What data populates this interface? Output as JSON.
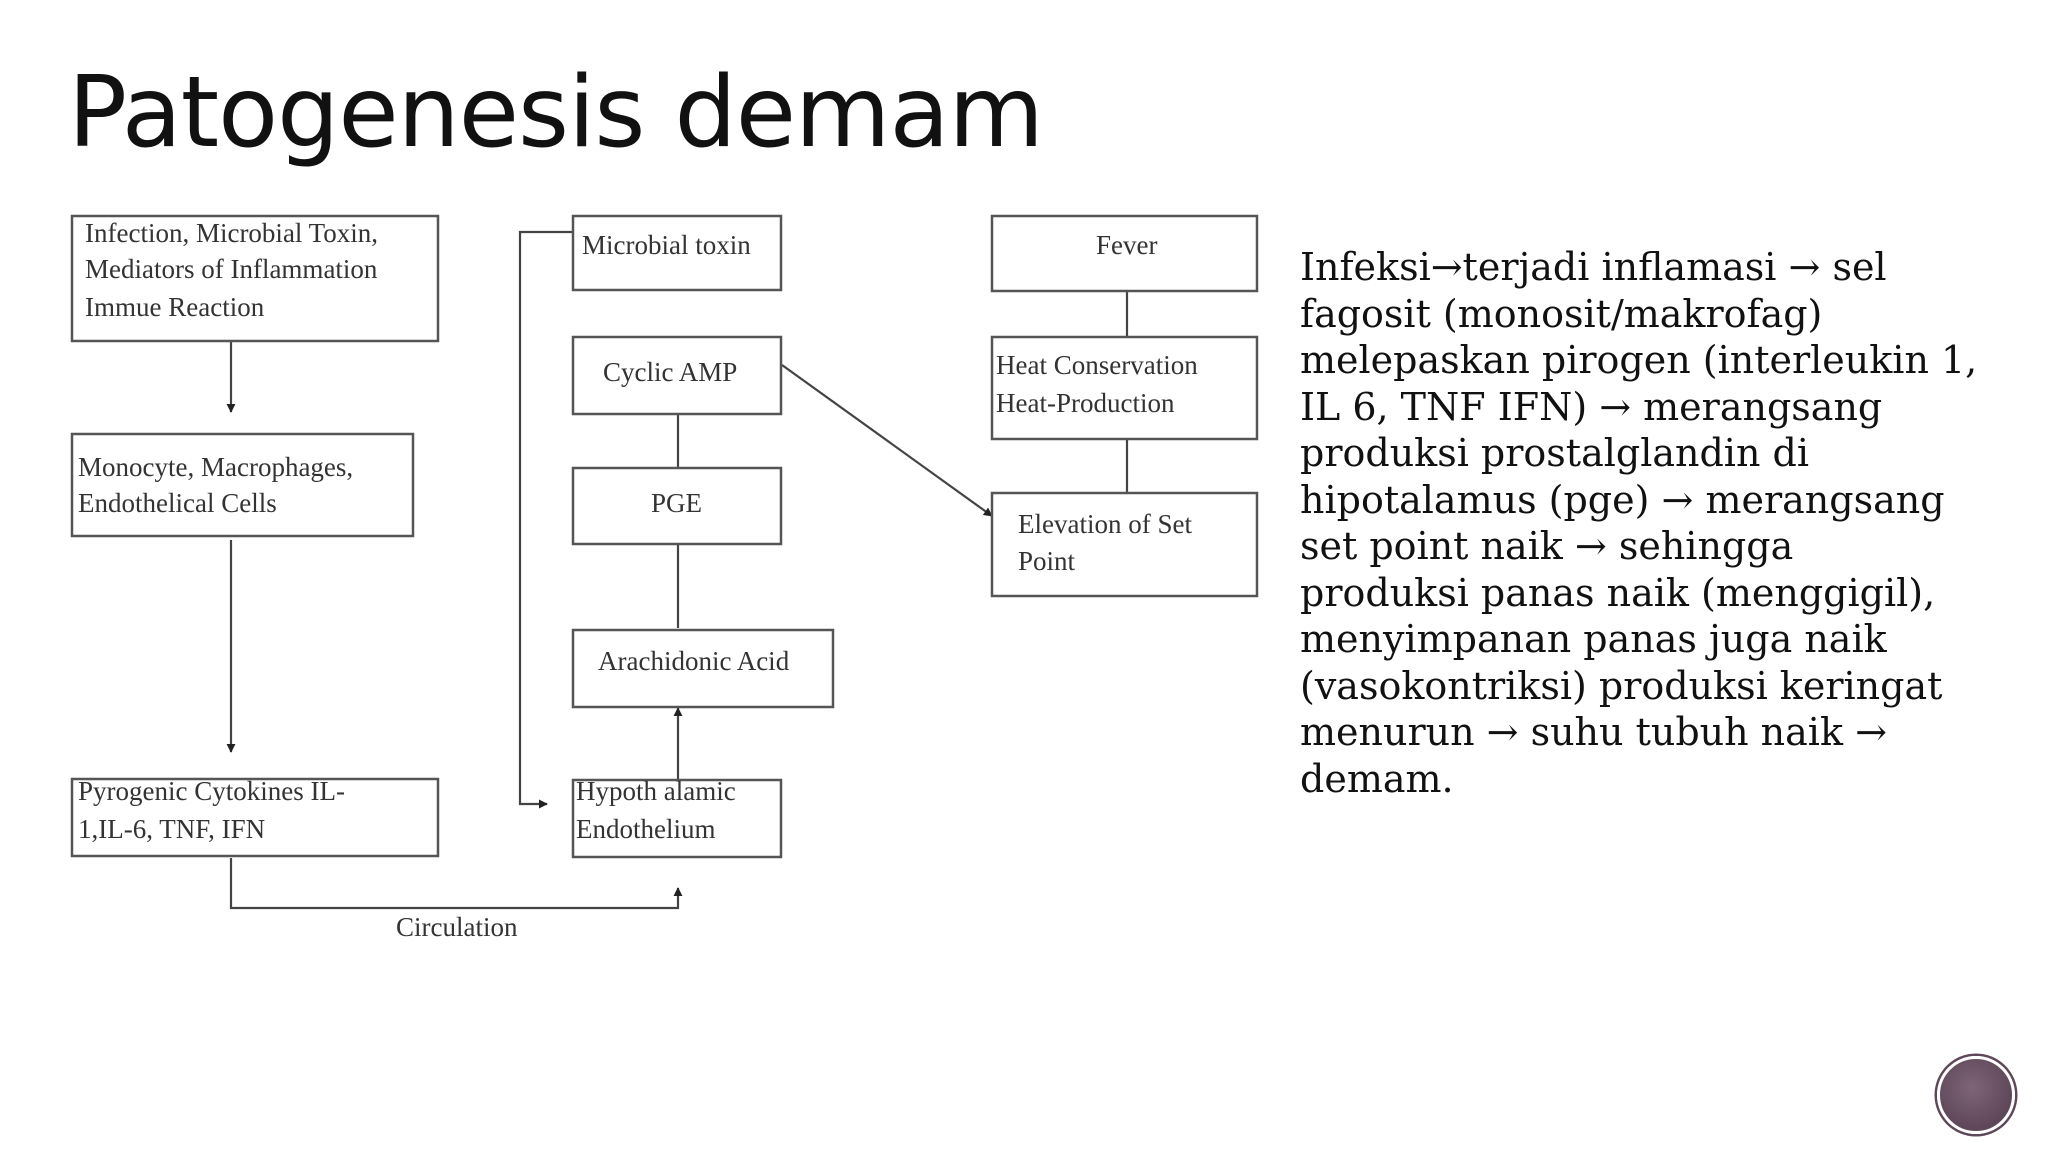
{
  "slide": {
    "title": "Patogenesis demam",
    "body": "Infeksi→terjadi inflamasi → sel fagosit (monosit/makrofag) melepaskan pirogen (interleukin 1, IL 6, TNF IFN) → merangsang produksi prostalglandin di hipotalamus (pge) → merangsang set point naik → sehingga produksi panas naik (menggigil), menyimpanan panas juga naik (vasokontriksi) produksi keringat menurun → suhu tubuh naik → demam."
  },
  "diagram": {
    "infection": [
      "Infection, Microbial Toxin,",
      "Mediators of Inflammation",
      "Immue Reaction"
    ],
    "monocyte": [
      "Monocyte, Macrophages,",
      "Endothelical Cells"
    ],
    "pyrogenic": [
      "Pyrogenic Cytokines IL-",
      "1,IL-6, TNF, IFN"
    ],
    "circulation": "Circulation",
    "microbial_toxin": "Microbial toxin",
    "cyclic_amp": "Cyclic AMP",
    "pge": "PGE",
    "arachidonic": "Arachidonic Acid",
    "hypothalamic": [
      "Hypoth alamic",
      "Endothelium"
    ],
    "fever": "Fever",
    "heat": [
      "Heat Conservation",
      "Heat-Production"
    ],
    "elevation": [
      "Elevation of Set",
      "Point"
    ]
  }
}
